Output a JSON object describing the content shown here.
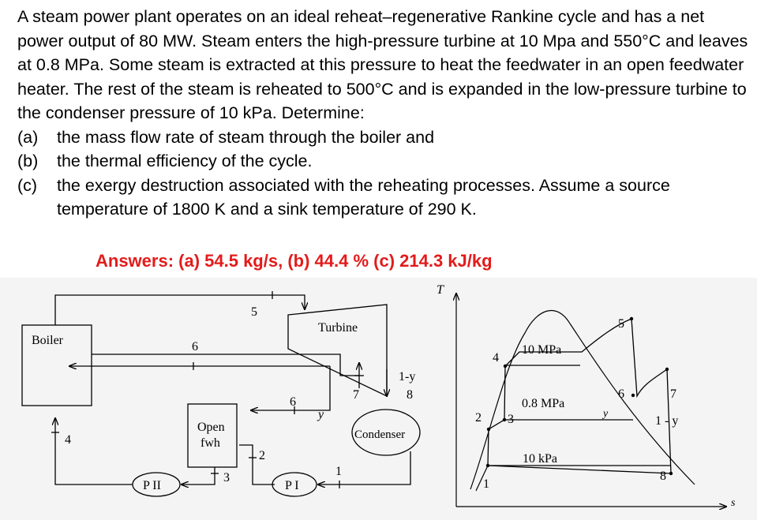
{
  "problem": {
    "intro": "A steam power plant operates on an ideal reheat–regenerative Rankine cycle and has a net power output of 80 MW. Steam enters the high-pressure turbine at 10 Mpa and 550°C and leaves at 0.8 MPa. Some steam is extracted at this pressure to heat the feedwater in an open feedwater heater. The rest of the steam is reheated to 500°C and is expanded in the low-pressure turbine to the condenser pressure of 10 kPa. Determine:",
    "items": [
      {
        "label": "(a)",
        "text": "the mass flow rate of steam through the boiler and"
      },
      {
        "label": "(b)",
        "text": "the thermal efficiency of the cycle."
      },
      {
        "label": "(c)",
        "text": "the exergy destruction associated with the reheating processes. Assume a source temperature of 1800 K and a sink temperature of 290 K."
      }
    ],
    "answers": "Answers: (a) 54.5 kg/s, (b) 44.4 % (c) 214.3 kJ/kg"
  },
  "schematic": {
    "boiler": "Boiler",
    "turbine": "Turbine",
    "condenser": "Condenser",
    "open_fwh_line1": "Open",
    "open_fwh_line2": "fwh",
    "pump2": "P II",
    "pump1": "P I",
    "states": {
      "s5": "5",
      "s6a": "6",
      "s6b": "6",
      "s4": "4",
      "s7": "7",
      "s8": "8",
      "s1y": "1-y",
      "sy": "y",
      "s2": "2",
      "s3": "3",
      "s1": "1"
    }
  },
  "ts_diagram": {
    "t_axis": "T",
    "s_axis": "s",
    "p_high": "10 MPa",
    "p_mid": "0.8 MPa",
    "p_low": "10 kPa",
    "states": {
      "s5": "5",
      "s4": "4",
      "s6": "6",
      "s7": "7",
      "s2": "2",
      "s3": "3",
      "sy": "y",
      "s1y": "1 - y",
      "s8": "8",
      "s1": "1"
    }
  }
}
